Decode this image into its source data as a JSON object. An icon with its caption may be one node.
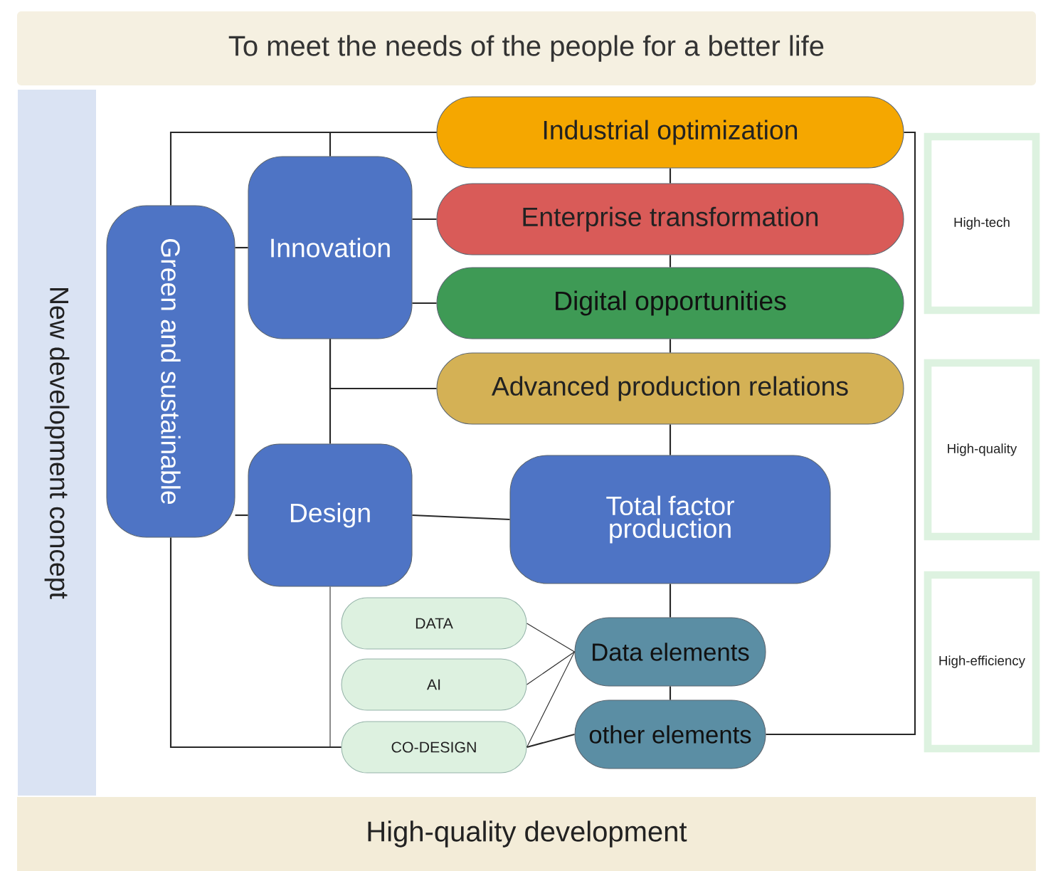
{
  "diagram": {
    "nodes": [
      {
        "text": [
          "To meet the needs of the people for a better life"
        ]
      },
      {
        "text": [
          "New development concept"
        ]
      },
      {
        "text": [
          "High-quality development"
        ]
      },
      {
        "text": [
          "Green and sustainable"
        ]
      },
      {
        "text": [
          "Innovation"
        ]
      },
      {
        "text": [
          "Industrial optimization"
        ]
      },
      {
        "text": [
          "Enterprise transformation"
        ]
      },
      {
        "text": [
          "Digital opportunities"
        ]
      },
      {
        "text": [
          "Advanced production relations"
        ]
      },
      {
        "text": [
          "Design"
        ]
      },
      {
        "text": [
          "Total factor production"
        ]
      },
      {
        "text": [
          "DATA"
        ]
      },
      {
        "text": [
          "AI"
        ]
      },
      {
        "text": [
          "CO-DESIGN"
        ]
      },
      {
        "text": [
          "Data elements"
        ]
      },
      {
        "text": [
          "other elements"
        ]
      },
      {
        "text": [
          "High-tech"
        ]
      },
      {
        "text": [
          "High-quality"
        ]
      },
      {
        "text": [
          "High-efficiency"
        ]
      }
    ],
    "edges": [
      {
        "from": 3,
        "to": 5,
        "arrow": "none"
      },
      {
        "from": 4,
        "to": 5,
        "arrow": "none"
      },
      {
        "from": 3,
        "to": 4,
        "arrow": "none"
      },
      {
        "from": 4,
        "to": 6,
        "arrow": "none"
      },
      {
        "from": 4,
        "to": 7,
        "arrow": "none"
      },
      {
        "from": 4,
        "to": 8,
        "arrow": "none"
      },
      {
        "from": 4,
        "to": 9,
        "arrow": "none"
      },
      {
        "from": 3,
        "to": 9,
        "arrow": "none"
      },
      {
        "from": 9,
        "to": 10,
        "arrow": "none"
      },
      {
        "from": 5,
        "to": 6,
        "arrow": "none"
      },
      {
        "from": 6,
        "to": 7,
        "arrow": "none"
      },
      {
        "from": 7,
        "to": 8,
        "arrow": "none"
      },
      {
        "from": 8,
        "to": 10,
        "arrow": "none"
      },
      {
        "from": 10,
        "to": 14,
        "arrow": "none"
      },
      {
        "from": 14,
        "to": 15,
        "arrow": "none"
      },
      {
        "from": 11,
        "to": 14,
        "arrow": "none"
      },
      {
        "from": 12,
        "to": 14,
        "arrow": "none"
      },
      {
        "from": 13,
        "to": 14,
        "arrow": "none"
      },
      {
        "from": 9,
        "to": 13,
        "arrow": "none"
      },
      {
        "from": 3,
        "to": 13,
        "arrow": "none"
      },
      {
        "from": 13,
        "to": 15,
        "arrow": "none"
      },
      {
        "from": 15,
        "to": 5,
        "arrow": "none"
      }
    ]
  }
}
